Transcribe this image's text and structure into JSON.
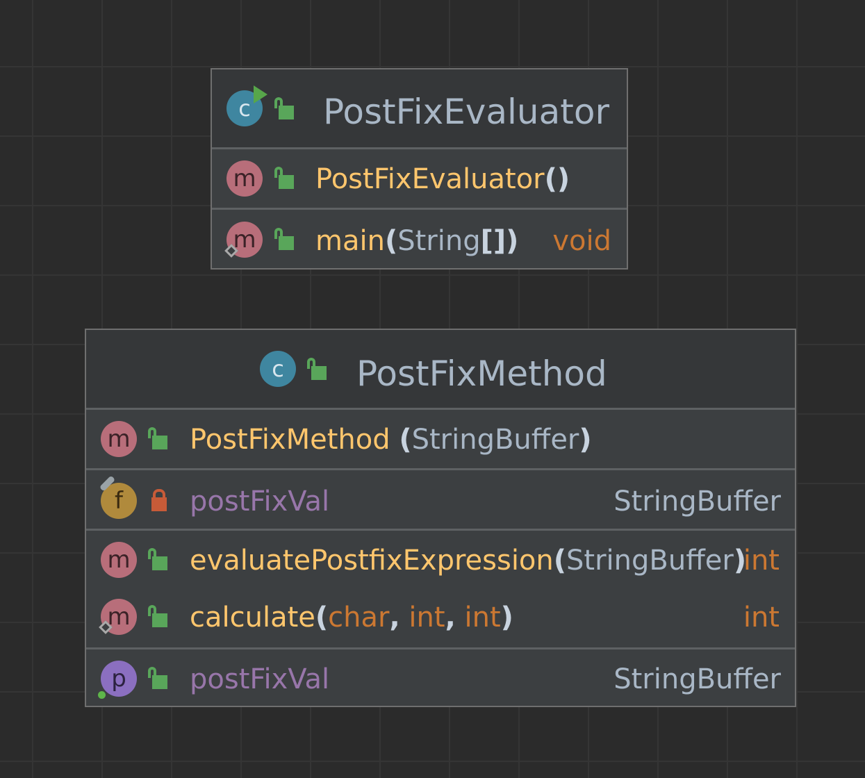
{
  "classes": [
    {
      "name": "PostFixEvaluator",
      "constructor": {
        "name": "PostFixEvaluator",
        "open": "(",
        "close": ")"
      },
      "methods": [
        {
          "name": "main",
          "open": "(",
          "param_type": "String",
          "brackets": "[]",
          "close": ")",
          "return_type": "void"
        }
      ]
    },
    {
      "name": "PostFixMethod",
      "constructor": {
        "name": "PostFixMethod",
        "open": "(",
        "param_type": "StringBuffer",
        "close": ")"
      },
      "fields": [
        {
          "name": "postFixVal",
          "type": "StringBuffer"
        }
      ],
      "methods": [
        {
          "name": "evaluatePostfixExpression",
          "open": "(",
          "param_type": "StringBuffer",
          "close": ")",
          "return_type": "int"
        },
        {
          "name": "calculate",
          "open": "(",
          "p1": "char",
          "c1": ",",
          "p2": "int",
          "c2": ",",
          "p3": "int",
          "close": ")",
          "return_type": "int"
        }
      ],
      "properties": [
        {
          "name": "postFixVal",
          "type": "StringBuffer"
        }
      ]
    }
  ],
  "badges": {
    "class": "c",
    "method": "m",
    "field": "f",
    "property": "p"
  },
  "icons": {
    "class_badge": "class-icon",
    "method_badge": "method-icon",
    "field_badge": "field-icon",
    "property_badge": "property-icon",
    "public": "unlocked-icon",
    "private": "locked-icon",
    "runnable": "run-icon",
    "static": "static-diamond-icon"
  },
  "colors": {
    "background": "#2b2b2b",
    "box": "#3c3f41",
    "header": "#353739",
    "class_name": "#a9b7c6",
    "method_name": "#ffc66d",
    "type_keyword": "#cc7832",
    "field_name": "#9876aa",
    "public_lock": "#59a65a",
    "private_lock": "#c75b38"
  }
}
